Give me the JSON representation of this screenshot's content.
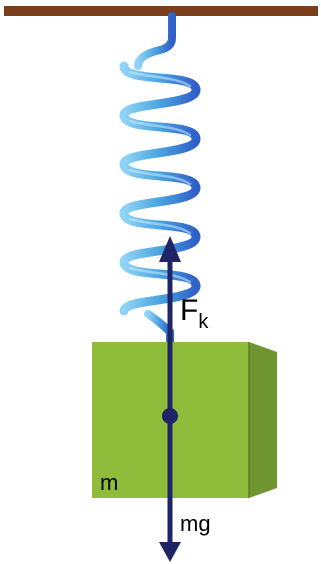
{
  "labels": {
    "spring_force_main": "F",
    "spring_force_sub": "k",
    "mass": "m",
    "weight": "mg"
  },
  "colors": {
    "ceiling": "#7a3f1a",
    "spring_light": "#5fb6e6",
    "spring_dark": "#2f5fc8",
    "block_front": "#8fbd3b",
    "block_side": "#6f9530",
    "block_edge": "#5d7f27",
    "arrow": "#1f2466"
  }
}
